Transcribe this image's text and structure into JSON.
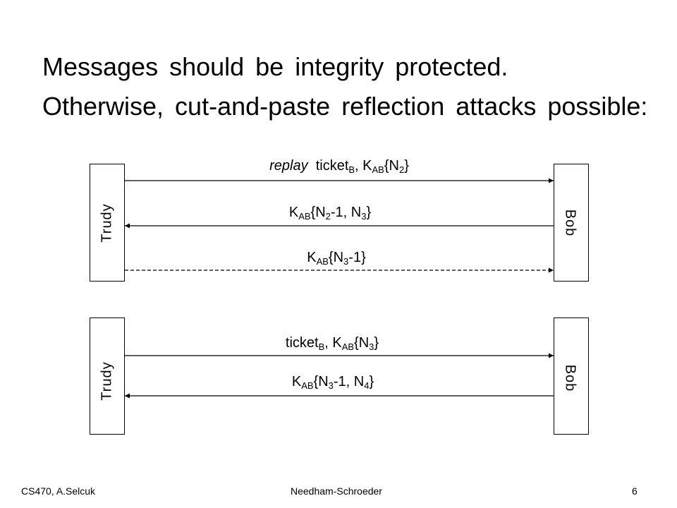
{
  "slide": {
    "line1": "Messages should be integrity protected.",
    "line2": "Otherwise, cut-and-paste reflection attacks possible:"
  },
  "diagram1": {
    "left_participant": "Trudy",
    "right_participant": "Bob",
    "messages": [
      {
        "parts": [
          {
            "t": "replay",
            "style": "italic"
          },
          {
            "t": "  ticket"
          },
          {
            "t": "B",
            "sub": true
          },
          {
            "t": ", K"
          },
          {
            "t": "AB",
            "sub": true
          },
          {
            "t": "{N"
          },
          {
            "t": "2",
            "sub": true
          },
          {
            "t": "}"
          }
        ],
        "direction": "right",
        "line_style": "solid"
      },
      {
        "parts": [
          {
            "t": "K"
          },
          {
            "t": "AB",
            "sub": true
          },
          {
            "t": "{N"
          },
          {
            "t": "2",
            "sub": true
          },
          {
            "t": "-1, N"
          },
          {
            "t": "3",
            "sub": true
          },
          {
            "t": "}"
          }
        ],
        "direction": "left",
        "line_style": "solid"
      },
      {
        "parts": [
          {
            "t": "K"
          },
          {
            "t": "AB",
            "sub": true
          },
          {
            "t": "{N"
          },
          {
            "t": "3",
            "sub": true
          },
          {
            "t": "-1}"
          }
        ],
        "direction": "right",
        "line_style": "dashed"
      }
    ]
  },
  "diagram2": {
    "left_participant": "Trudy",
    "right_participant": "Bob",
    "messages": [
      {
        "parts": [
          {
            "t": "ticket"
          },
          {
            "t": "B",
            "sub": true
          },
          {
            "t": ", K"
          },
          {
            "t": "AB",
            "sub": true
          },
          {
            "t": "{N"
          },
          {
            "t": "3",
            "sub": true
          },
          {
            "t": "}"
          }
        ],
        "direction": "right",
        "line_style": "solid"
      },
      {
        "parts": [
          {
            "t": "K"
          },
          {
            "t": "AB",
            "sub": true
          },
          {
            "t": "{N"
          },
          {
            "t": "3",
            "sub": true
          },
          {
            "t": "-1, N"
          },
          {
            "t": "4",
            "sub": true
          },
          {
            "t": "}"
          }
        ],
        "direction": "left",
        "line_style": "solid"
      }
    ]
  },
  "footer": {
    "left": "CS470, A.Selcuk",
    "center": "Needham-Schroeder",
    "page_number": "6"
  }
}
